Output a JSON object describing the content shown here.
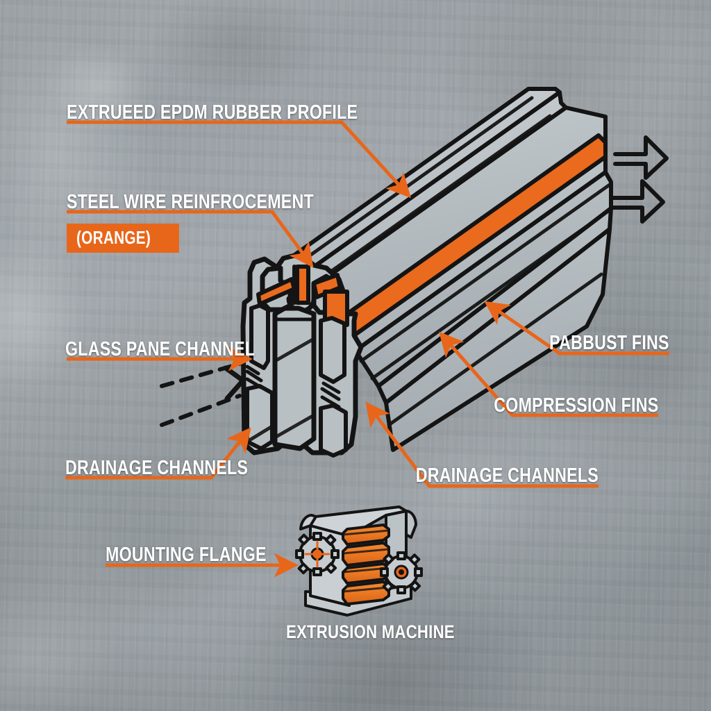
{
  "meta": {
    "accent_orange": "#E8661A",
    "line_black": "#141414",
    "label_white": "#FFFFFF",
    "profile_fill": "#B9C0C4",
    "background": "concrete-metal-texture"
  },
  "labels": {
    "extruded_profile": "EXTRUEED EPDM RUBBER PROFILE",
    "steel_wire": "STEEL WIRE REINFROCEMENT",
    "steel_wire_badge": "(ORANGE)",
    "glass_pane_channel": "GLASS PANE CHANNEL",
    "drainage_channels_left": "DRAINAGE CHANNELS",
    "pabbust_fins": "PABBUST FINS",
    "compression_fins": "COMPRESSION FINS",
    "drainage_channels_right": "DRAINAGE CHANNELS",
    "mounting_flange": "MOUNTING FLANGE",
    "extrusion_machine": "EXTRUSION MACHINE"
  },
  "icons": {
    "leader_arrow": "arrow-head-icon",
    "extrusion_direction": "extrusion-direction-arrow-icon",
    "glass_insert": "dashed-glass-insert-icon",
    "gear_left": "gear-icon",
    "gear_right": "gear-icon",
    "roller": "roller-icon"
  },
  "diagram": {
    "main_subject": "extruded EPDM rubber window seal profile, isometric cut view",
    "inset_subject": "extrusion machine with four rollers and two drive gears"
  }
}
